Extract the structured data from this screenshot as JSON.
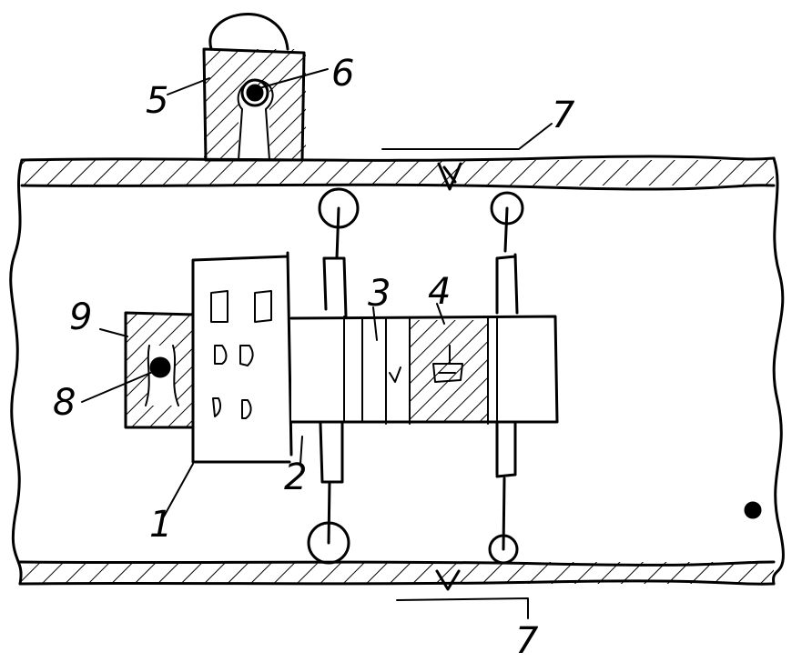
{
  "labels": {
    "l1": "1",
    "l2": "2",
    "l3": "3",
    "l4": "4",
    "l5": "5",
    "l6": "6",
    "l7_top": "7",
    "l7_bottom": "7",
    "l8": "8",
    "l9": "9"
  },
  "colors": {
    "ink": "#000000",
    "background": "#ffffff"
  }
}
